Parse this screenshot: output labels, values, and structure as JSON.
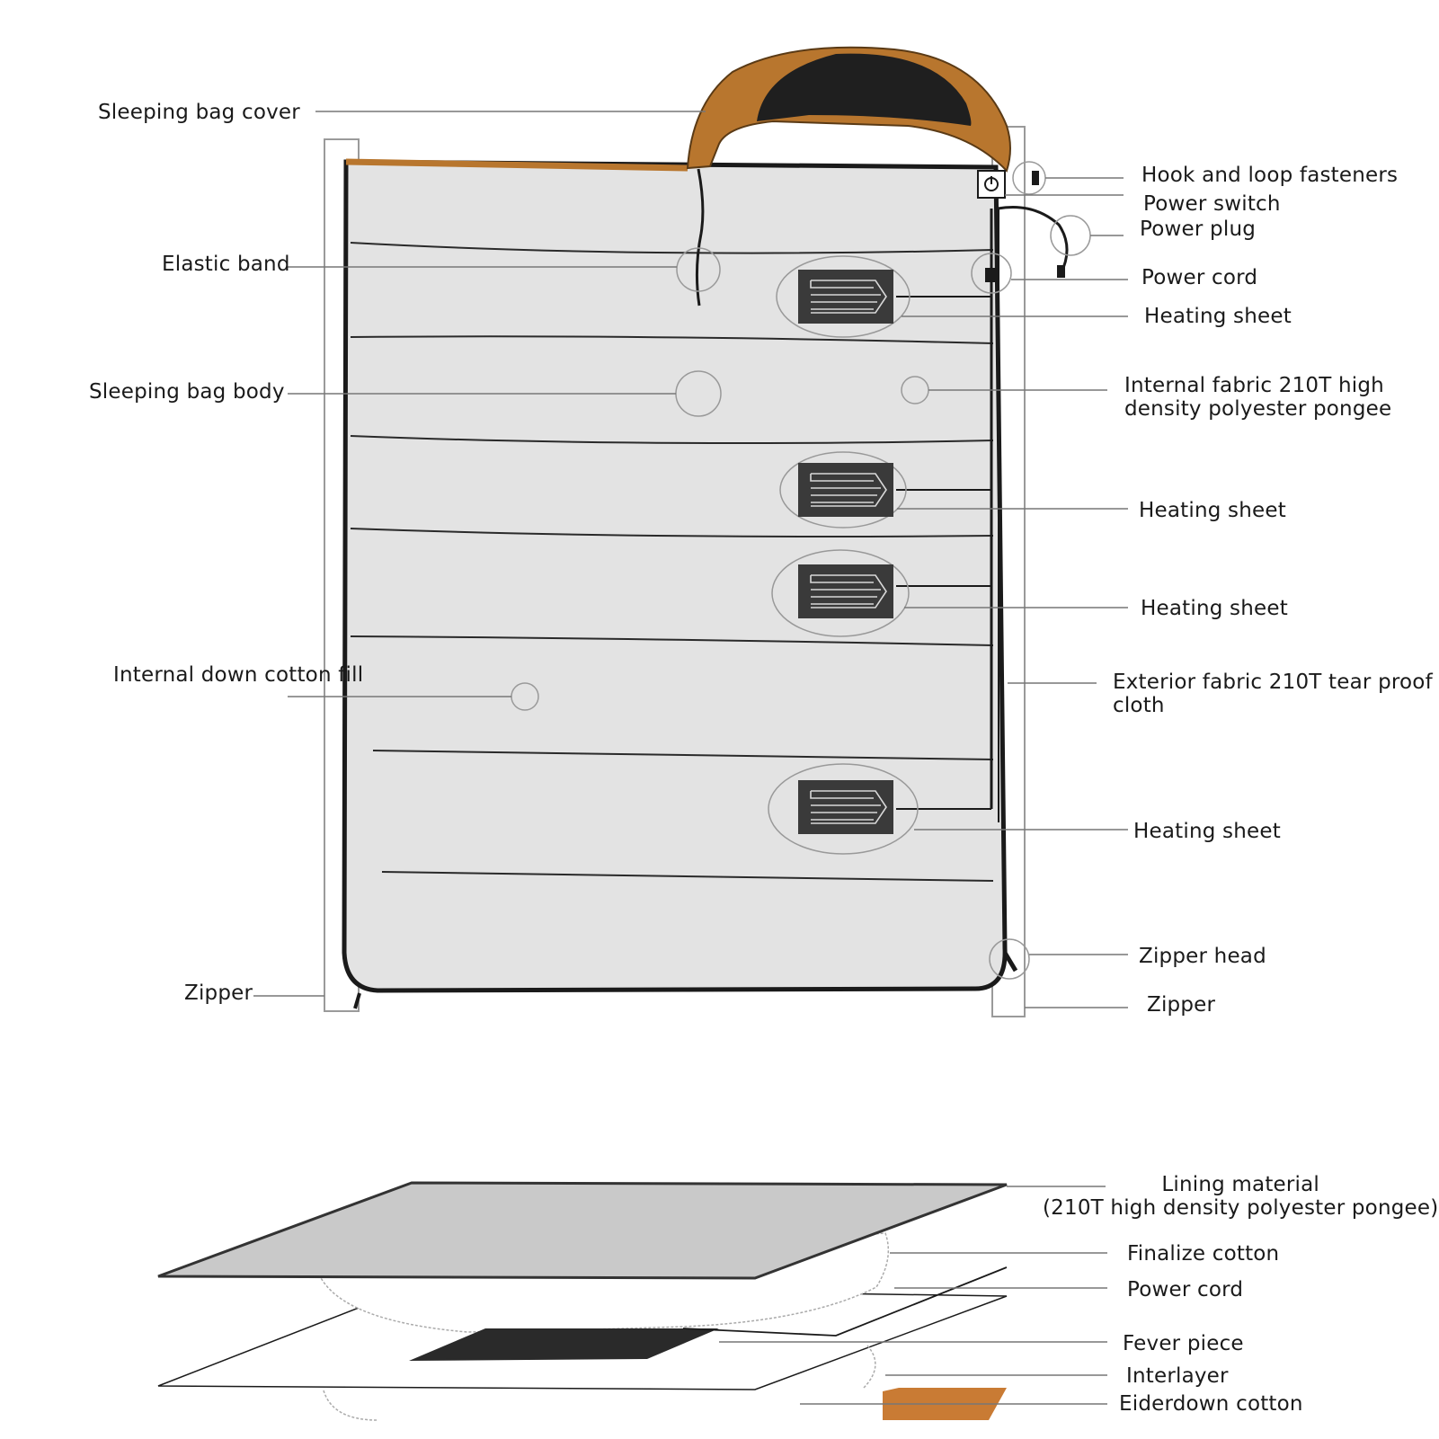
{
  "diagram": {
    "labels": {
      "sleeping_bag_cover": "Sleeping bag cover",
      "hook_and_loop_fasteners": "Hook and loop fasteners",
      "power_switch": "Power switch",
      "power_plug": "Power plug",
      "elastic_band": "Elastic band",
      "power_cord": "Power cord",
      "heating_sheet_1": "Heating sheet",
      "sleeping_bag_body": "Sleeping bag body",
      "internal_fabric_line1": "Internal fabric 210T high",
      "internal_fabric_line2": "density polyester pongee",
      "heating_sheet_2": "Heating sheet",
      "heating_sheet_3": "Heating sheet",
      "internal_down_cotton_fill": "Internal down cotton fill",
      "exterior_fabric_line1": "Exterior fabric 210T tear proof",
      "exterior_fabric_line2": "cloth",
      "heating_sheet_4": "Heating sheet",
      "zipper_left": "Zipper",
      "zipper_head": "Zipper head",
      "zipper_right": "Zipper"
    },
    "layers": {
      "lining_material_line1": "Lining material",
      "lining_material_line2": "(210T high density polyester pongee)",
      "finalize_cotton": "Finalize cotton",
      "power_cord": "Power cord",
      "fever_piece": "Fever piece",
      "interlayer": "Interlayer",
      "eiderdown_cotton": "Eiderdown cotton"
    },
    "colors": {
      "cover_tan": "#b8762e",
      "cover_dark": "#1f1f1f",
      "body_fill": "#e3e3e3",
      "outline": "#1a1a1a",
      "heating_sheet": "#3a3a3a",
      "lining_gray": "#c9c9c9",
      "eiderdown": "#c97b34",
      "leader_line": "#777777"
    },
    "icons": {
      "power_switch": "power-icon"
    }
  }
}
